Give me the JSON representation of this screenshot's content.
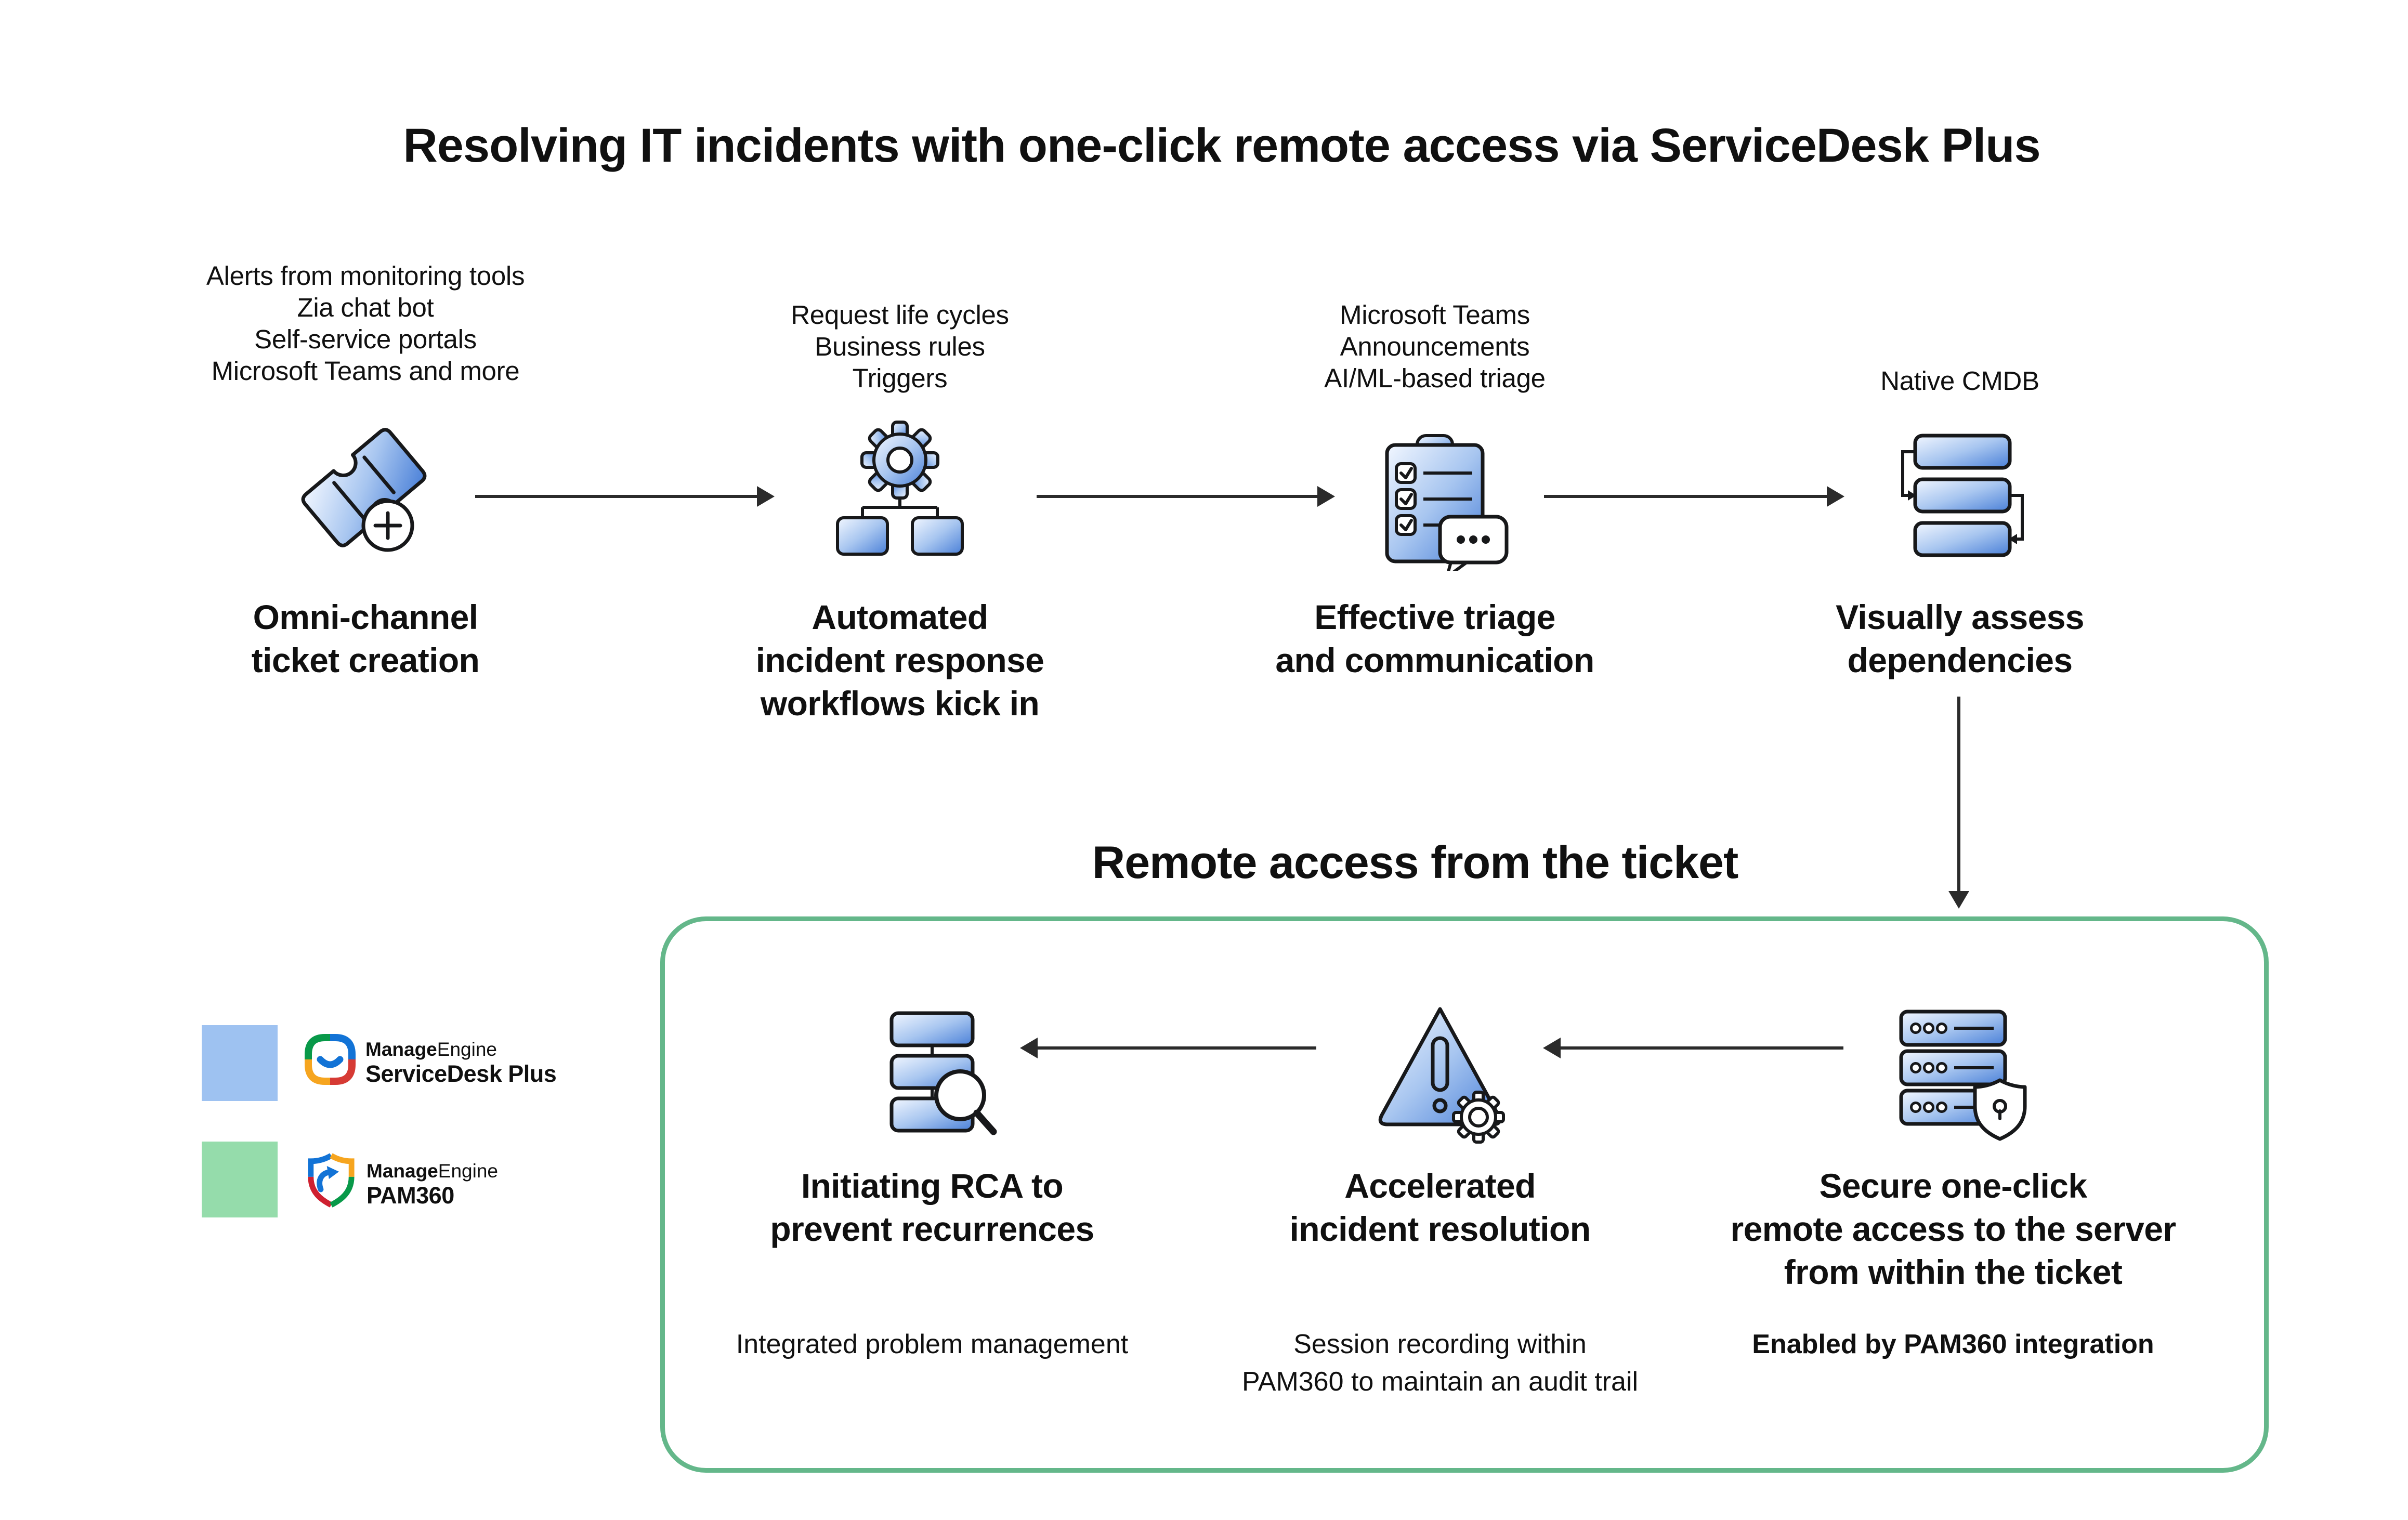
{
  "title": "Resolving IT incidents with one-click remote access via ServiceDesk Plus",
  "top_flow": {
    "steps": [
      {
        "icon": "ticket-plus-icon",
        "channels": [
          "Alerts from monitoring tools",
          "Zia chat bot",
          "Self-service portals",
          "Microsoft Teams and more"
        ],
        "label_lines": [
          "Omni-channel",
          "ticket creation"
        ]
      },
      {
        "icon": "workflow-gear-icon",
        "channels": [
          "Request life cycles",
          "Business rules",
          "Triggers"
        ],
        "label_lines": [
          "Automated",
          "incident response",
          "workflows kick in"
        ]
      },
      {
        "icon": "triage-clipboard-icon",
        "channels": [
          "Microsoft Teams",
          "Announcements",
          "AI/ML-based triage"
        ],
        "label_lines": [
          "Effective triage",
          "and communication"
        ]
      },
      {
        "icon": "cmdb-blocks-icon",
        "channels": [
          "Native CMDB"
        ],
        "label_lines": [
          "Visually assess",
          "dependencies"
        ]
      }
    ]
  },
  "remote_section": {
    "heading": "Remote access from the ticket",
    "steps": [
      {
        "icon": "rca-search-icon",
        "label_lines": [
          "Initiating RCA to",
          "prevent recurrences"
        ],
        "note_lines": [
          "Integrated problem management"
        ]
      },
      {
        "icon": "incident-gear-icon",
        "label_lines": [
          "Accelerated",
          "incident resolution"
        ],
        "note_lines": [
          "Session recording within",
          "PAM360 to maintain an audit trail"
        ]
      },
      {
        "icon": "secure-server-icon",
        "label_lines": [
          "Secure one-click",
          "remote access to the server",
          "from within the ticket"
        ],
        "note_lines": [
          "Enabled by PAM360 integration"
        ]
      }
    ]
  },
  "legend": {
    "items": [
      {
        "swatch_color": "#9ec2f1",
        "brand_bold": "Manage",
        "brand_regular": "Engine",
        "product": "ServiceDesk Plus"
      },
      {
        "swatch_color": "#95dcab",
        "brand_bold": "Manage",
        "brand_regular": "Engine",
        "product": "PAM360"
      }
    ]
  },
  "colors": {
    "icon_blue": "#4a80d8",
    "icon_blue_light": "#f2f7ff",
    "outline": "#17181a",
    "arrow": "#2b2b2b",
    "green_border": "#64b78a",
    "logo_green": "#089949",
    "logo_blue": "#1273d6",
    "logo_yellow": "#f6a51f",
    "logo_red": "#d63a34"
  }
}
